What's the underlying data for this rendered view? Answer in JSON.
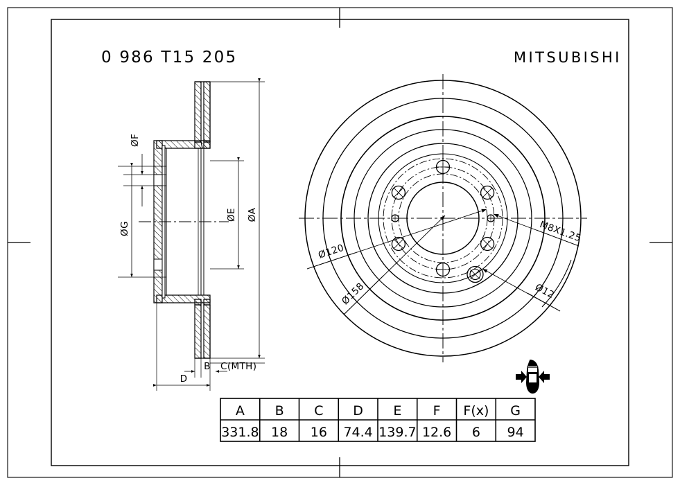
{
  "drawing": {
    "part_number": "0 986 T15 205",
    "manufacturer": "MITSUBISHI",
    "component": "brake-disc"
  },
  "front_view": {
    "labels": {
      "pcd_bolt_circle": "Ø120",
      "hub_bore_circle": "Ø158",
      "thread_spec": "M8X1.25",
      "hole_diameter": "Ø12"
    },
    "bolt_hole_count": 6
  },
  "section_view": {
    "labels": {
      "f": "ØF",
      "g": "ØG",
      "e": "ØE",
      "a": "ØA",
      "b": "B",
      "c": "C(MTH)",
      "d": "D"
    }
  },
  "axle_indicator": {
    "icon": "car-top-view-icon",
    "position": "rear"
  },
  "spec_table": {
    "headers": [
      "A",
      "B",
      "C",
      "D",
      "E",
      "F",
      "F(x)",
      "G"
    ],
    "values": [
      "331.8",
      "18",
      "16",
      "74.4",
      "139.7",
      "12.6",
      "6",
      "94"
    ]
  },
  "colors": {
    "line": "#000000",
    "background": "#ffffff"
  }
}
